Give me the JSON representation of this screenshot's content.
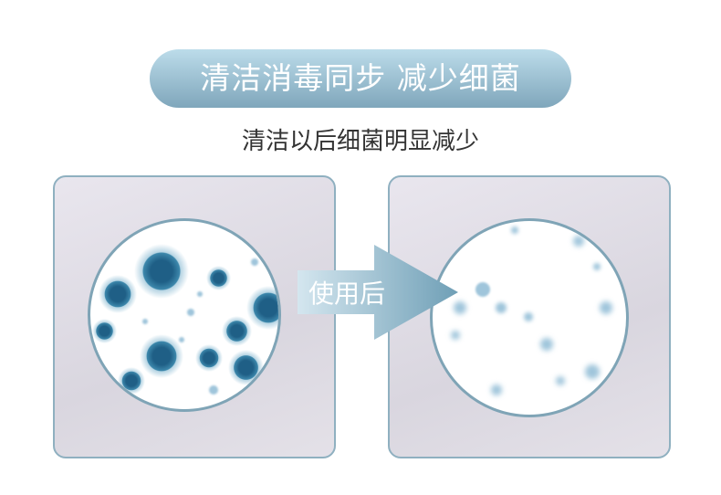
{
  "header": {
    "title": "清洁消毒同步 减少细菌",
    "subtitle": "清洁以后细菌明显减少"
  },
  "arrow": {
    "label": "使用后"
  },
  "colors": {
    "accent": "#7fa6bb",
    "bacteria": "#2e6f95"
  }
}
